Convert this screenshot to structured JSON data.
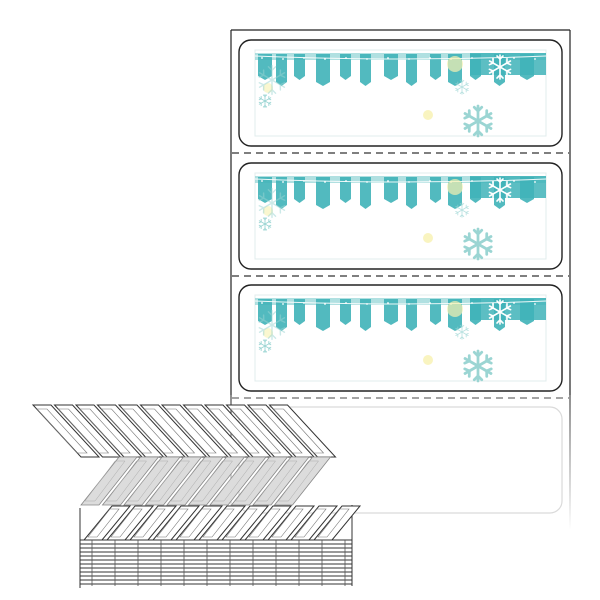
{
  "product": {
    "printed_labels": 3,
    "faded_blank_labels": 1
  },
  "design": {
    "banner_color": "#3fb3b8",
    "banner_color_light": "#8fd3d4",
    "snowflake_color": "#9bd5d3",
    "spot_color": "#f7f1b0",
    "outline_color": "#222222",
    "perforation_color": "#333333",
    "fan_fold_fill": "#dcdcdc"
  },
  "icons": [
    "snowflake-icon",
    "pennant-garland"
  ]
}
